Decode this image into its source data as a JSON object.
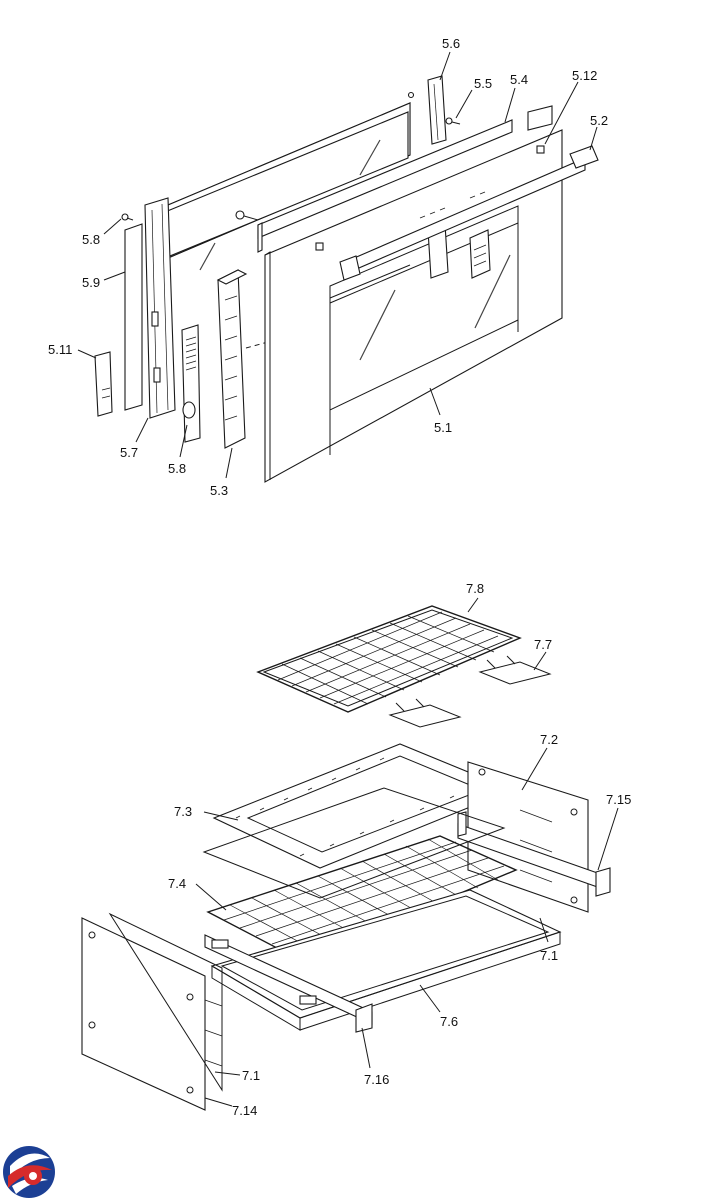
{
  "callouts_door": [
    "5.6",
    "5.5",
    "5.4",
    "5.12",
    "5.2",
    "5.8",
    "5.9",
    "5.11",
    "5.7",
    "5.8",
    "5.3",
    "5.1"
  ],
  "callouts_oven": [
    "7.8",
    "7.7",
    "7.2",
    "7.3",
    "7.15",
    "7.4",
    "7.1",
    "7.6",
    "7.1",
    "7.16",
    "7.14"
  ],
  "logo": {
    "name": "brand-logo",
    "colors": [
      "#d62b2b",
      "#1c3f94"
    ]
  }
}
